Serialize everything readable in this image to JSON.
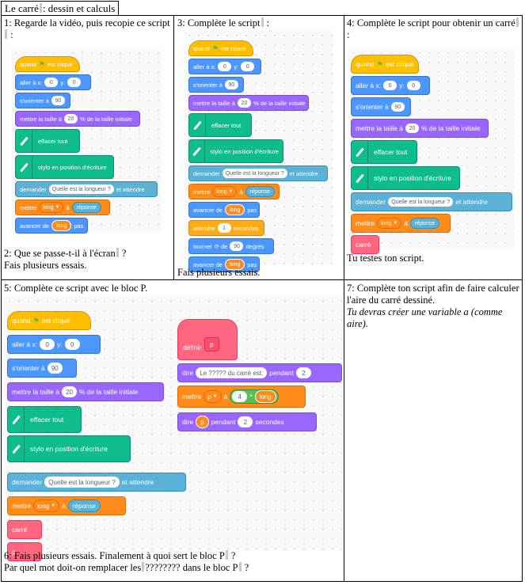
{
  "title": "Le carré",
  "title_rest": ": dessin et calculs",
  "cells": {
    "c1": {
      "instruction_a": "1: Regarde la vidéo, puis recopie ce script",
      "instruction_b": " :",
      "q2_a": "2: Que se passe-t-il à l'écran",
      "q2_b": " ?",
      "q2_c": "Fais plusieurs essais."
    },
    "c3": {
      "instruction_a": "3: Complète le script",
      "instruction_b": " :",
      "footer": "Fais plusieurs essais."
    },
    "c4": {
      "instruction_a": "4: Complète le script pour obtenir un carré",
      "instruction_b": " :",
      "footer": "Tu testes ton script."
    },
    "c5": {
      "instruction": "5: Complète ce script avec le bloc P.",
      "q6_a": "6: Fais plusieurs essais. Finalement à quoi sert le bloc P",
      "q6_b": " ?",
      "q6_c": "Par quel mot doit-on remplacer les",
      "q6_d": "???????? dans le bloc P",
      "q6_e": " ?"
    },
    "c7": {
      "line1": "7: Complète ton script afin de faire calculer l'aire du carré dessiné.",
      "line2": "Tu devras créer une variable a (comme aire)."
    }
  },
  "blocks": {
    "when_flag": "quand",
    "clicked": "est cliqué",
    "goto": "aller à x:",
    "y": "y:",
    "zero": "0",
    "point": "s'orienter à",
    "ninety": "90",
    "setsize": "mettre la taille à",
    "twenty": "20",
    "percent": "% de la taille initiale",
    "clear": "effacer tout",
    "pendown": "stylo en position d'écriture",
    "ask": "demander",
    "question": "Quelle est la longueur ?",
    "wait_ans": "et attendre",
    "set": "mettre",
    "long": "long",
    "to": "à",
    "answer": "réponse",
    "move": "avancer de",
    "steps": "pas",
    "wait": "attendre",
    "one": "1",
    "seconds": "secondes",
    "turn": "tourner",
    "degrees": "degrés",
    "turn_sym": "⟳ de",
    "square": "carré",
    "p": "p",
    "define": "définir",
    "say": "dire",
    "say_text": "Le ????? du carré est:",
    "for": "pendant",
    "two": "2",
    "four": "4",
    "times": "*",
    "sec_full": "secondes"
  }
}
